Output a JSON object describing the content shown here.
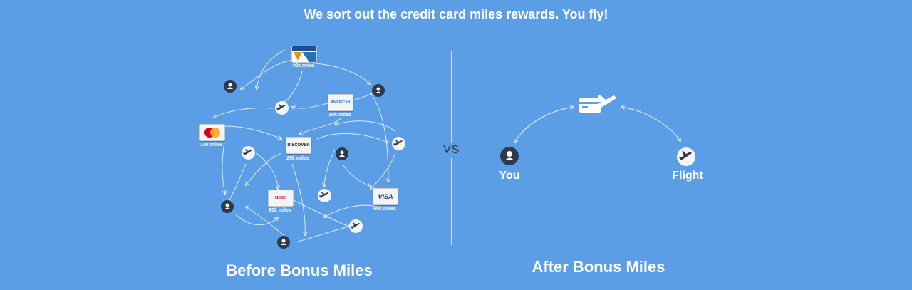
{
  "headline": "We sort out the credit card miles rewards.  You fly!",
  "before": {
    "caption": "Before Bonus Miles",
    "cards": [
      {
        "id": "delta",
        "name": "DELTA",
        "miles": "40k miles",
        "color": "#1f4e8c"
      },
      {
        "id": "amex",
        "name": "AMERICAN EXPRESS",
        "miles": "10k miles",
        "color": "#2a6fb0"
      },
      {
        "id": "mastercard",
        "name": "MasterCard",
        "miles": "10k miles",
        "color": "#e8941a"
      },
      {
        "id": "discover",
        "name": "DISCOVER",
        "miles": "25k miles",
        "color": "#222222"
      },
      {
        "id": "hsbc",
        "name": "HSBC",
        "miles": "80k miles",
        "color": "#d0021b"
      },
      {
        "id": "visa",
        "name": "VISA",
        "miles": "60k miles",
        "color": "#1a3a8c"
      }
    ]
  },
  "vs": "VS",
  "after": {
    "caption": "After Bonus Miles",
    "you_label": "You",
    "flight_label": "Flight"
  },
  "colors": {
    "background": "#5b9ee5",
    "person_node": "#2f3a4a",
    "plane_node": "#f2f5f8",
    "arrow": "#dbe9f7"
  },
  "icons": [
    "person-icon",
    "plane-icon",
    "credit-card-plane-icon"
  ]
}
